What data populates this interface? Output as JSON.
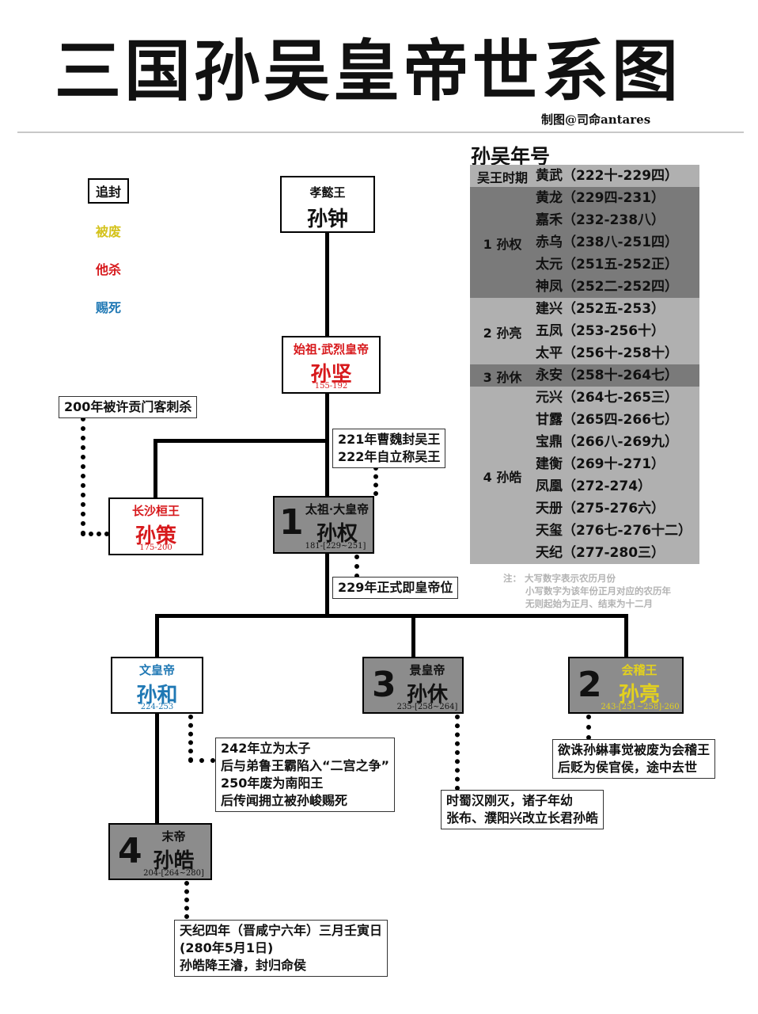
{
  "title": "三国孙吴皇帝世系图",
  "credit": "制图@司命antares",
  "legend": {
    "posthumous": "追封",
    "deposed": "被废",
    "killed": "他杀",
    "forced_suicide": "赐死"
  },
  "colors": {
    "deposed": "#d4c21a",
    "killed": "#d7191c",
    "forced_suicide": "#1f78b4",
    "era_dark": "#7a7a7a",
    "era_light": "#b0b0b0",
    "box_grey": "#8c8c8c"
  },
  "persons": {
    "sunzhong": {
      "title": "孝懿王",
      "name": "孙钟"
    },
    "sunjian": {
      "title": "始祖·武烈皇帝",
      "name": "孙坚",
      "years": "155-192"
    },
    "sunce": {
      "title": "长沙桓王",
      "name": "孙策",
      "years": "175-200"
    },
    "sunquan": {
      "number": "1",
      "title": "太祖·大皇帝",
      "name": "孙权",
      "years": "181-[229~251]"
    },
    "sunhe": {
      "title": "文皇帝",
      "name": "孙和",
      "years": "224-253"
    },
    "sunxiu": {
      "number": "3",
      "title": "景皇帝",
      "name": "孙休",
      "years": "235-[258~264]"
    },
    "sunliang": {
      "number": "2",
      "title": "会稽王",
      "name": "孙亮",
      "years": "243-[251~258]-260"
    },
    "sunhao": {
      "number": "4",
      "title": "末帝",
      "name": "孙皓",
      "years": "204-[264~280]"
    }
  },
  "notes": {
    "sunce": [
      "200年被许贡门客刺杀"
    ],
    "sunquan_top": [
      "221年曹魏封吴王",
      "222年自立称吴王"
    ],
    "sunquan_bottom": [
      "229年正式即皇帝位"
    ],
    "sunhe": [
      "242年立为太子",
      "后与弟鲁王霸陷入“二宫之争”",
      "250年废为南阳王",
      "后传闻拥立被孙峻赐死"
    ],
    "sunxiu": [
      "时蜀汉刚灭，诸子年幼",
      "张布、濮阳兴改立长君孙皓"
    ],
    "sunliang": [
      "欲诛孙綝事觉被废为会稽王",
      "后贬为侯官侯，途中去世"
    ],
    "sunhao": [
      "天纪四年（晋咸宁六年）三月壬寅日",
      "(280年5月1日)",
      "孙皓降王濬，封归命侯"
    ]
  },
  "era_table": {
    "title": "孙吴年号",
    "groups": [
      {
        "label": "吴王时期",
        "eras": [
          "黄武（222十-229四）"
        ]
      },
      {
        "label": "1 孙权",
        "eras": [
          "黄龙（229四-231）",
          "嘉禾（232-238八）",
          "赤乌（238八-251四）",
          "太元（251五-252正）",
          "神凤（252二-252四）"
        ]
      },
      {
        "label": "2 孙亮",
        "eras": [
          "建兴（252五-253）",
          "五凤（253-256十）",
          "太平（256十-258十）"
        ]
      },
      {
        "label": "3 孙休",
        "eras": [
          "永安（258十-264七）"
        ]
      },
      {
        "label": "4 孙皓",
        "eras": [
          "元兴（264七-265三）",
          "甘露（265四-266七）",
          "宝鼎（266八-269九）",
          "建衡（269十-271）",
          "凤凰（272-274）",
          "天册（275-276六）",
          "天玺（276七-276十二）",
          "天纪（277-280三）"
        ]
      }
    ],
    "note": [
      "注：  大写数字表示农历月份",
      "小写数字为该年份正月对应的农历年",
      "无则起始为正月、结束为十二月"
    ]
  }
}
